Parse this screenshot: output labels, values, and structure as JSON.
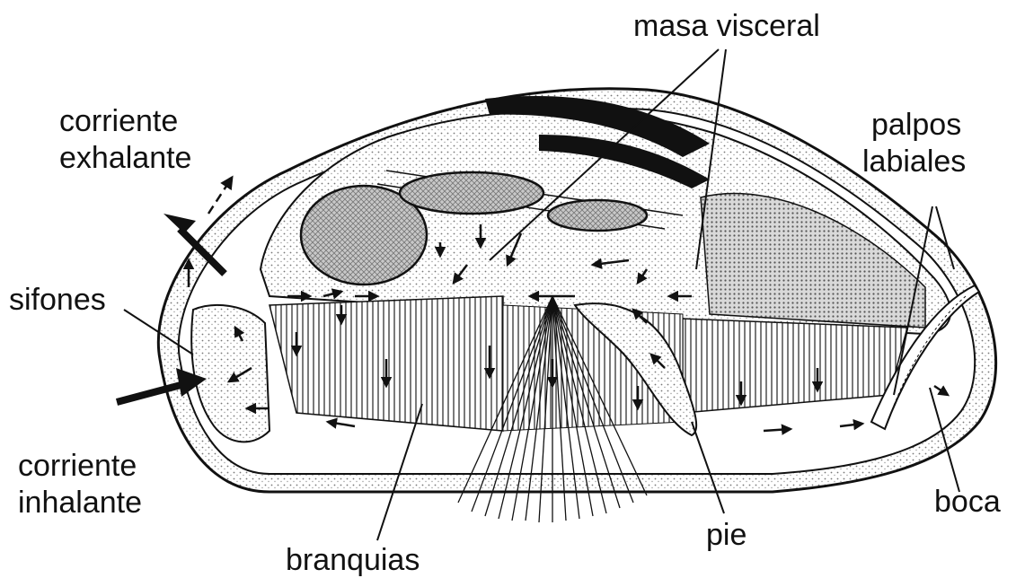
{
  "labels": {
    "masa_visceral": "masa visceral",
    "corriente_exhalante_1": "corriente",
    "corriente_exhalante_2": "exhalante",
    "palpos_labiales_1": "palpos",
    "palpos_labiales_2": "labiales",
    "sifones": "sifones",
    "corriente_inhalante_1": "corriente",
    "corriente_inhalante_2": "inhalante",
    "boca": "boca",
    "pie": "pie",
    "branquias": "branquias"
  },
  "colors": {
    "ink": "#111111",
    "stipple": "#9a9a9a",
    "gonad": "#bdbdbd",
    "background": "#ffffff"
  }
}
